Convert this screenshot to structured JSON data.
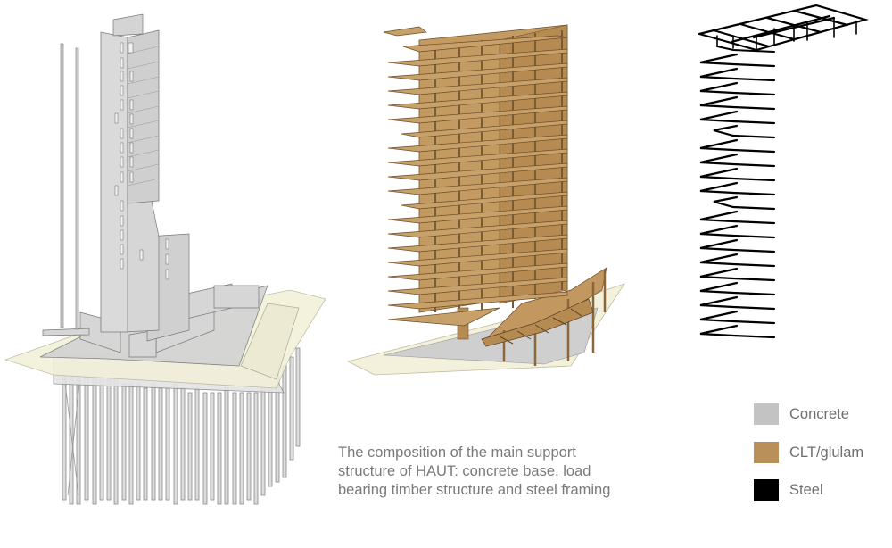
{
  "figure": {
    "panels": [
      {
        "id": "concrete-base",
        "material": "Concrete",
        "color": "#c8c8c8"
      },
      {
        "id": "timber-structure",
        "material": "CLT/glulam",
        "color": "#bb8f58"
      },
      {
        "id": "steel-framing",
        "material": "Steel",
        "color": "#000000"
      }
    ],
    "site_color": "#f3f1dc",
    "caption": {
      "lines": [
        "The composition of the main support",
        "structure of HAUT: concrete base, load",
        "bearing timber structure and steel framing"
      ]
    },
    "legend": {
      "items": [
        {
          "label": "Concrete",
          "color": "#c3c3c3"
        },
        {
          "label": "CLT/glulam",
          "color": "#b98f5a"
        },
        {
          "label": "Steel",
          "color": "#000000"
        }
      ]
    }
  }
}
